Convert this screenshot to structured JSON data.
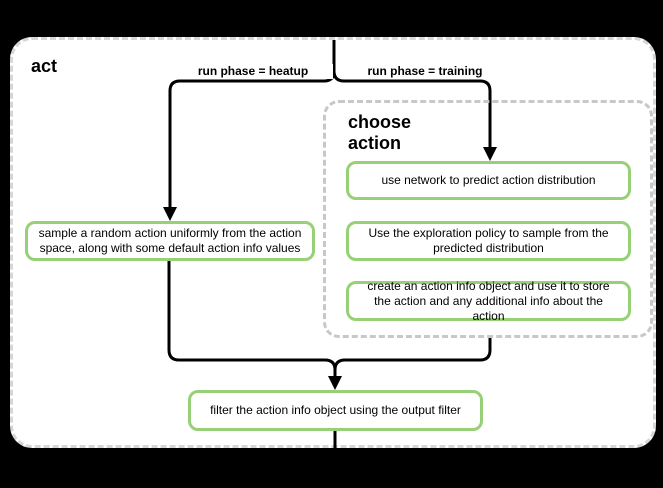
{
  "diagram": {
    "title": "act",
    "group": {
      "title": "choose action"
    },
    "edge_labels": {
      "heatup": "run phase = heatup",
      "training": "run phase = training"
    },
    "nodes": {
      "sample": "sample a random action uniformly from the action space, along with some default action info values",
      "predict": "use network to predict action distribution",
      "explore": "Use the exploration policy to sample from the predicted distribution",
      "create_info": "create an action info object and use it to store the action and any additional info about the action",
      "filter": "filter the action info object using the output filter"
    },
    "colors": {
      "background": "#000000",
      "canvas_bg": "#ffffff",
      "canvas_border": "#d6d6d6",
      "group_border": "#c8c8c8",
      "node_border": "#97d077",
      "edge": "#000000",
      "text": "#000000"
    }
  }
}
